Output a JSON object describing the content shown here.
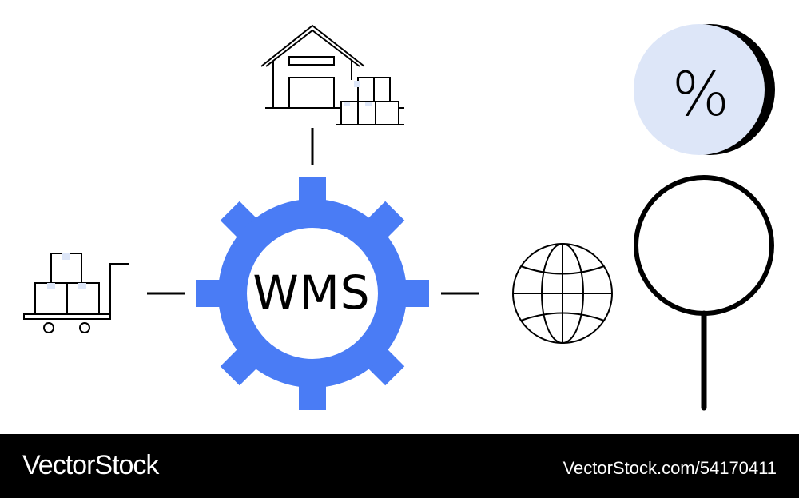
{
  "center": {
    "label": "WMS"
  },
  "badge": {
    "label": "%"
  },
  "footer": {
    "brand": "VectorStock",
    "stock_id": "VectorStock.com/54170411"
  },
  "colors": {
    "gear": "#4a7cf5",
    "badge_fill": "#dde6f8",
    "line": "#000000",
    "box_accent": "#dde6f8"
  },
  "icons": [
    "warehouse-icon",
    "hand-truck-icon",
    "globe-icon",
    "magnifier-icon",
    "percent-badge-icon",
    "gear-icon"
  ]
}
